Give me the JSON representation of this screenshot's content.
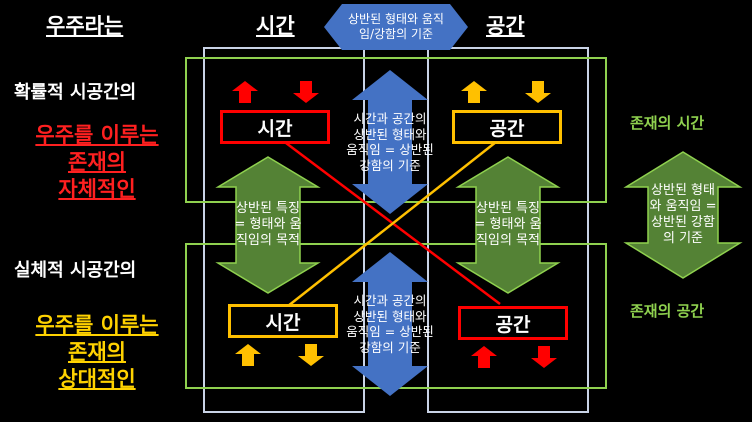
{
  "header": {
    "title_left": "우주라는",
    "title_time": "시간",
    "title_space": "공간",
    "top_banner": "상반된 형태와 움직\n임/강함의 기준"
  },
  "left": {
    "probabilistic_label": "확률적 시공간의",
    "universe_red": [
      "우주를 이루는",
      "존재의",
      "자체적인"
    ],
    "substantial_label": "실체적 시공간의",
    "universe_yellow": [
      "우주를 이루는",
      "존재의",
      "상대적인"
    ]
  },
  "boxes": {
    "top_time": "시간",
    "top_space": "공간",
    "bottom_time": "시간",
    "bottom_space": "공간"
  },
  "shapes": {
    "center_top": "시간과 공간의 상반된 형태와 움직임 = 상반된 강함의 기준",
    "center_bottom": "시간과 공간의 상반된 형태와 움직임 = 상반된 강함의 기준",
    "left_green": "상반된 특징\n= 형태와 움\n직임의 목적",
    "right_green": "상반된 특징\n= 형태와 움\n직임의 목적",
    "far_right_green": "상반된 형태\n와 움직임 =\n상반된 강함\n의 기준"
  },
  "right": {
    "existence_time": "존재의 시간",
    "existence_space": "존재의 공간"
  },
  "colors": {
    "red": "#ff0000",
    "yellow": "#ffc000",
    "green": "#548235",
    "green_outline": "#8fd14f",
    "blue": "#4472c4",
    "frame": "#c9d3e6"
  }
}
